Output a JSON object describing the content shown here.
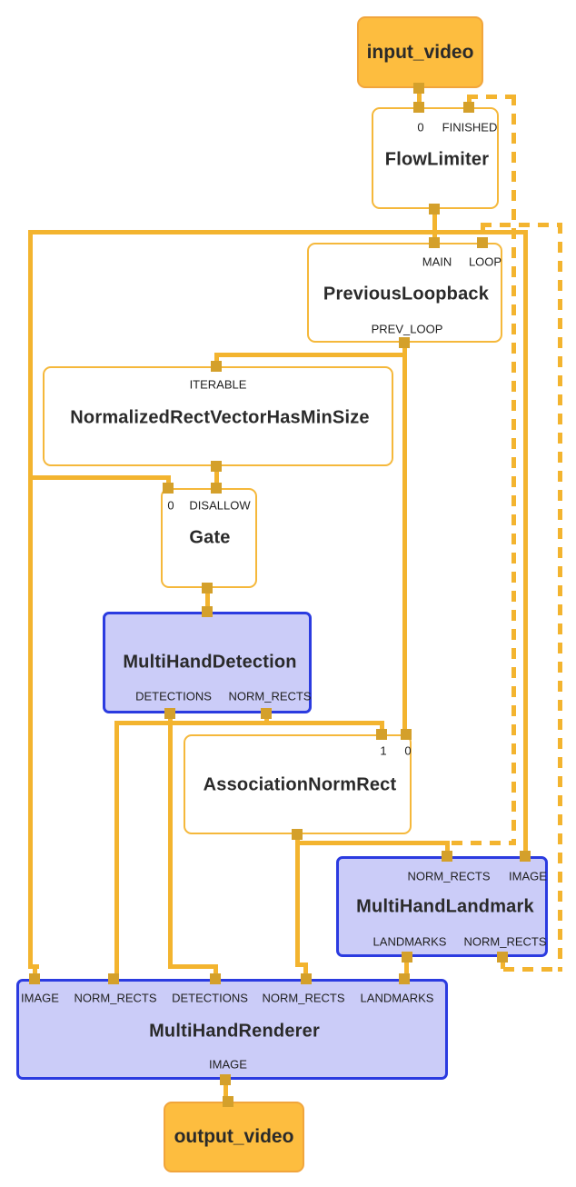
{
  "colors": {
    "stream_fill": "#FDBD3F",
    "stream_border": "#F1A53C",
    "calculator_border": "#F5B83B",
    "subgraph_fill": "#CBCCF8",
    "subgraph_border": "#2B3BE0",
    "edge": "#F3B42F",
    "port": "#D4A02B",
    "text": "#2A2A2A"
  },
  "nodes": {
    "input_video": {
      "title": "input_video"
    },
    "flow_limiter": {
      "title": "FlowLimiter",
      "ports": {
        "in0": "0",
        "finished": "FINISHED"
      }
    },
    "previous_loopback": {
      "title": "PreviousLoopback",
      "ports": {
        "main": "MAIN",
        "loop": "LOOP",
        "prev_loop": "PREV_LOOP"
      }
    },
    "normalized_rect_vector_has_min_size": {
      "title": "NormalizedRectVectorHasMinSize",
      "ports": {
        "iterable": "ITERABLE"
      }
    },
    "gate": {
      "title": "Gate",
      "ports": {
        "in0": "0",
        "disallow": "DISALLOW"
      }
    },
    "multi_hand_detection": {
      "title": "MultiHandDetection",
      "ports": {
        "detections": "DETECTIONS",
        "norm_rects": "NORM_RECTS"
      }
    },
    "association_norm_rect": {
      "title": "AssociationNormRect",
      "ports": {
        "in1": "1",
        "in0": "0"
      }
    },
    "multi_hand_landmark": {
      "title": "MultiHandLandmark",
      "ports": {
        "norm_rects_in": "NORM_RECTS",
        "image_in": "IMAGE",
        "landmarks_out": "LANDMARKS",
        "norm_rects_out": "NORM_RECTS"
      }
    },
    "multi_hand_renderer": {
      "title": "MultiHandRenderer",
      "ports": {
        "image_in": "IMAGE",
        "norm_rects_in": "NORM_RECTS",
        "detections_in": "DETECTIONS",
        "norm_rects2_in": "NORM_RECTS",
        "landmarks_in": "LANDMARKS",
        "image_out": "IMAGE"
      }
    },
    "output_video": {
      "title": "output_video"
    }
  },
  "edges": [
    {
      "from": "input_video",
      "to": "flow_limiter.0",
      "style": "solid"
    },
    {
      "from": "flow_limiter.out",
      "to": "previous_loopback.MAIN",
      "style": "solid"
    },
    {
      "from": "flow_limiter.out",
      "to": "gate.0",
      "style": "solid"
    },
    {
      "from": "flow_limiter.out",
      "to": "multi_hand_landmark.IMAGE",
      "style": "solid"
    },
    {
      "from": "flow_limiter.out",
      "to": "multi_hand_renderer.IMAGE",
      "style": "solid"
    },
    {
      "from": "previous_loopback.PREV_LOOP",
      "to": "normalized_rect_vector_has_min_size.ITERABLE",
      "style": "solid"
    },
    {
      "from": "previous_loopback.PREV_LOOP",
      "to": "association_norm_rect.0",
      "style": "solid"
    },
    {
      "from": "normalized_rect_vector_has_min_size.out",
      "to": "gate.DISALLOW",
      "style": "solid"
    },
    {
      "from": "gate.out",
      "to": "multi_hand_detection.in",
      "style": "solid"
    },
    {
      "from": "multi_hand_detection.DETECTIONS",
      "to": "multi_hand_renderer.DETECTIONS",
      "style": "solid"
    },
    {
      "from": "multi_hand_detection.NORM_RECTS",
      "to": "association_norm_rect.1",
      "style": "solid"
    },
    {
      "from": "multi_hand_detection.NORM_RECTS",
      "to": "multi_hand_renderer.NORM_RECTS",
      "style": "solid"
    },
    {
      "from": "association_norm_rect.out",
      "to": "multi_hand_landmark.NORM_RECTS",
      "style": "solid"
    },
    {
      "from": "association_norm_rect.out",
      "to": "multi_hand_renderer.NORM_RECTS2",
      "style": "solid"
    },
    {
      "from": "association_norm_rect.out",
      "to": "flow_limiter.FINISHED",
      "style": "dashed"
    },
    {
      "from": "multi_hand_landmark.LANDMARKS",
      "to": "multi_hand_renderer.LANDMARKS",
      "style": "solid"
    },
    {
      "from": "multi_hand_landmark.NORM_RECTS",
      "to": "previous_loopback.LOOP",
      "style": "dashed"
    },
    {
      "from": "multi_hand_renderer.IMAGE",
      "to": "output_video",
      "style": "solid"
    }
  ]
}
